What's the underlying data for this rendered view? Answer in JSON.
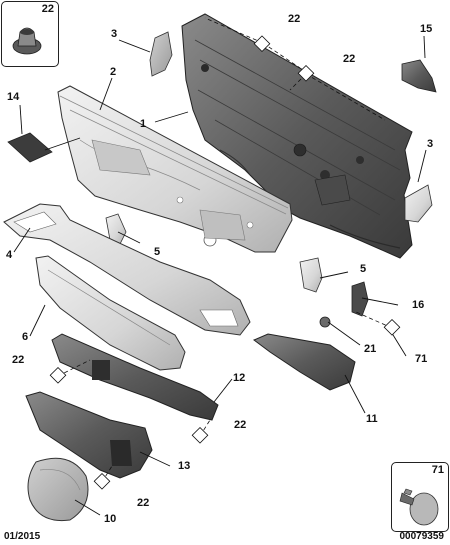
{
  "callouts": {
    "c22_inset": "22",
    "c22_top": "22",
    "c22_topright": "22",
    "c15": "15",
    "c3_top": "3",
    "c2": "2",
    "c14": "14",
    "c1": "1",
    "c3_right": "3",
    "c5_mid": "5",
    "c4": "4",
    "c5_right": "5",
    "c16": "16",
    "c6": "6",
    "c21": "21",
    "c71": "71",
    "c22_left": "22",
    "c12": "12",
    "c22_mid": "22",
    "c11": "11",
    "c13": "13",
    "c22_bottom": "22",
    "c10": "10",
    "c71_inset": "71"
  },
  "footer": {
    "date_code": "01/2015",
    "reference_code": "00079359"
  },
  "colors": {
    "panel_light": "#e4e4e4",
    "panel_mid": "#bcbcbc",
    "panel_dark": "#5e5e5e",
    "panel_darkest": "#2e2e2e",
    "line": "#111111"
  }
}
